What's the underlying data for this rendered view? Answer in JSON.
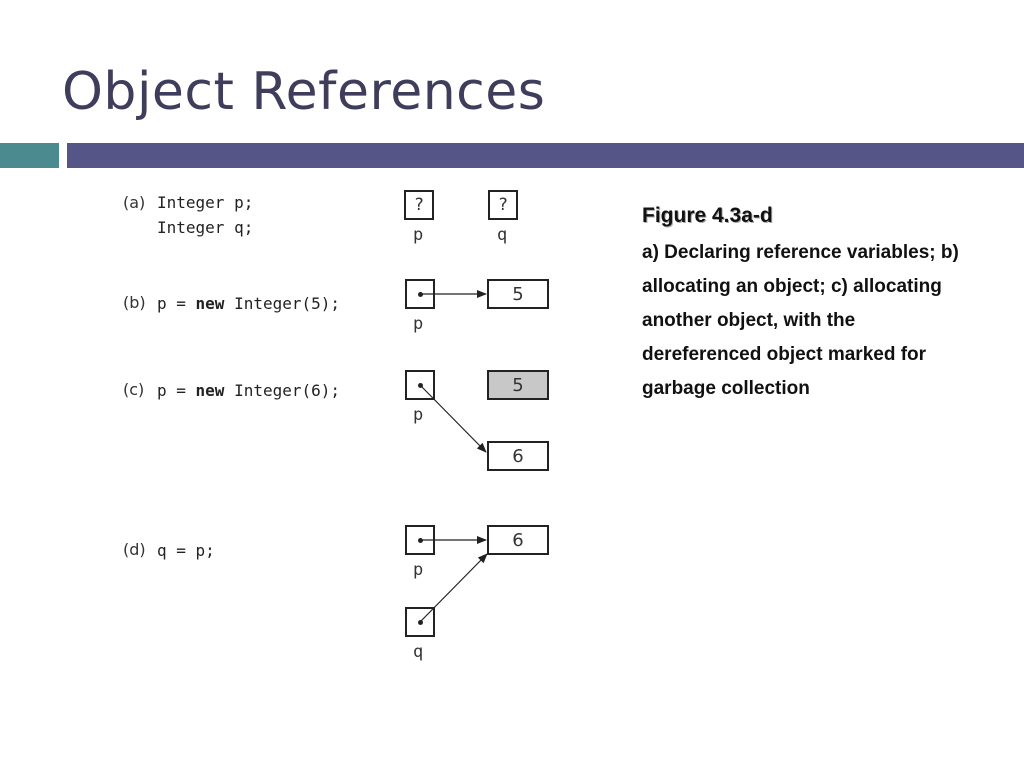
{
  "slide": {
    "title": "Object References"
  },
  "figure": {
    "panels": {
      "a": {
        "label": "(a)",
        "code_line1": "Integer p;",
        "code_line2": "Integer q;",
        "p_box": "?",
        "q_box": "?",
        "p_name": "p",
        "q_name": "q"
      },
      "b": {
        "label": "(b)",
        "code_prefix": "p = ",
        "code_keyword": "new",
        "code_suffix": " Integer(5);",
        "p_name": "p",
        "object_value": "5"
      },
      "c": {
        "label": "(c)",
        "code_prefix": "p = ",
        "code_keyword": "new",
        "code_suffix": " Integer(6);",
        "p_name": "p",
        "garbage_value": "5",
        "object_value": "6"
      },
      "d": {
        "label": "(d)",
        "code": "q = p;",
        "p_name": "p",
        "q_name": "q",
        "object_value": "6"
      }
    },
    "colors": {
      "garbage_fill": "#c8c8c8",
      "title_color": "#3e3e5c",
      "bar_teal": "#4b8a8f",
      "bar_purple": "#555587"
    }
  },
  "caption": {
    "title": "Figure 4.3a-d",
    "body": "a) Declaring reference variables; b) allocating an object; c) allocating another object, with the dereferenced object marked for garbage collection"
  }
}
